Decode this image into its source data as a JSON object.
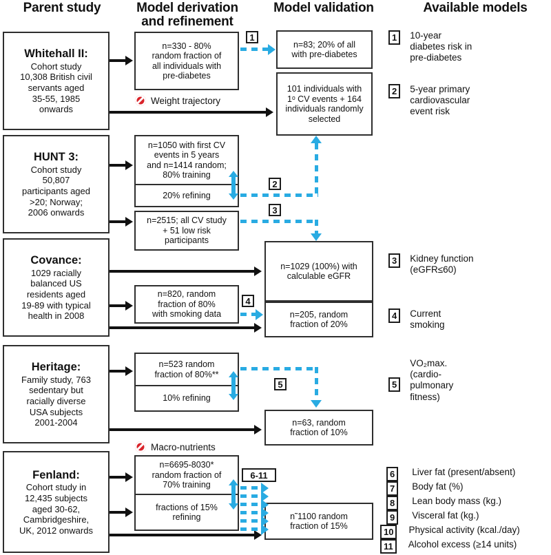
{
  "headers": {
    "parent": "Parent study",
    "derivation": "Model derivation\nand refinement",
    "validation": "Model validation",
    "available": "Available models"
  },
  "studies": [
    {
      "title": "Whitehall II:",
      "body": "Cohort study\n10,308 British civil\nservants aged\n35-55, 1985\nonwards"
    },
    {
      "title": "HUNT 3:",
      "body": "Cohort study\n50,807\nparticipants aged\n>20; Norway;\n2006 onwards"
    },
    {
      "title": "Covance:",
      "body": "1029 racially\nbalanced US\nresidents aged\n19-89 with typical\nhealth in 2008"
    },
    {
      "title": "Heritage:",
      "body": "Family study, 763\nsedentary but\nracially diverse\nUSA subjects\n2001-2004"
    },
    {
      "title": "Fenland:",
      "body": "Cohort study in\n12,435 subjects\naged 30-62,\nCambridgeshire,\nUK, 2012 onwards"
    }
  ],
  "derivation_boxes": [
    {
      "id": "wh-deriv",
      "text": "n=330 - 80%\nrandom fraction of\nall individuals with\npre-diabetes"
    },
    {
      "id": "hunt-train",
      "text": "n=1050 with first CV\nevents in 5 years\nand n=1414 random;\n80% training"
    },
    {
      "id": "hunt-refine",
      "text": "20% refining"
    },
    {
      "id": "hunt-allcv",
      "text": "n=2515; all CV study\n+ 51 low risk\nparticipants"
    },
    {
      "id": "cov-smoke",
      "text": "n=820, random\nfraction of 80%\nwith smoking data"
    },
    {
      "id": "her-train",
      "text": "n=523 random\nfraction of 80%**"
    },
    {
      "id": "her-refine",
      "text": "10% refining"
    },
    {
      "id": "fen-train",
      "text": "n=6695-8030*\nrandom fraction of\n70% training"
    },
    {
      "id": "fen-refine",
      "text": "fractions of 15%\nrefining"
    }
  ],
  "validation_boxes": [
    {
      "id": "wh-val",
      "text": "n=83; 20% of all\nwith pre-diabetes"
    },
    {
      "id": "wh-cv",
      "text": "101 individuals with\n1ᵒ CV events + 164\nindividuals randomly\nselected"
    },
    {
      "id": "egfr-val",
      "text": "n=1029 (100%) with\ncalculable eGFR"
    },
    {
      "id": "smk-val",
      "text": "n=205, random\nfraction of 20%"
    },
    {
      "id": "her-val",
      "text": "n=63, random\nfraction of 10%"
    },
    {
      "id": "fen-val",
      "text": "n˜1100 random\nfraction of 15%"
    }
  ],
  "excluded": [
    {
      "id": "weight-trajectory",
      "label": "Weight trajectory"
    },
    {
      "id": "macro-nutrients",
      "label": "Macro-nutrients"
    }
  ],
  "flow_tags": [
    {
      "id": "tag-1",
      "label": "1"
    },
    {
      "id": "tag-2",
      "label": "2"
    },
    {
      "id": "tag-3",
      "label": "3"
    },
    {
      "id": "tag-4",
      "label": "4"
    },
    {
      "id": "tag-5",
      "label": "5"
    },
    {
      "id": "tag-6-11",
      "label": "6-11"
    }
  ],
  "available_models": [
    {
      "num": "1",
      "label": "10-year\ndiabetes risk in\npre-diabetes"
    },
    {
      "num": "2",
      "label": "5-year primary\ncardiovascular\nevent risk"
    },
    {
      "num": "3",
      "label": "Kidney function\n(eGFR≤60)"
    },
    {
      "num": "4",
      "label": "Current\nsmoking"
    },
    {
      "num": "5",
      "label": "VO₂max.\n(cardio-\npulmonary\nfitness)"
    },
    {
      "num": "6",
      "label": "Liver fat (present/absent)"
    },
    {
      "num": "7",
      "label": "Body fat (%)"
    },
    {
      "num": "8",
      "label": "Lean body mass (kg.)"
    },
    {
      "num": "9",
      "label": "Visceral fat (kg.)"
    },
    {
      "num": "10",
      "label": "Physical activity (kcal./day)"
    },
    {
      "num": "11",
      "label": "Alcohol excess (≥14 units)"
    }
  ],
  "colors": {
    "dashed_flow": "#29abe2",
    "solid_flow": "#111111",
    "box_border": "#2e2e2e",
    "excluded_icon": "#d9232a",
    "background": "#ffffff"
  }
}
